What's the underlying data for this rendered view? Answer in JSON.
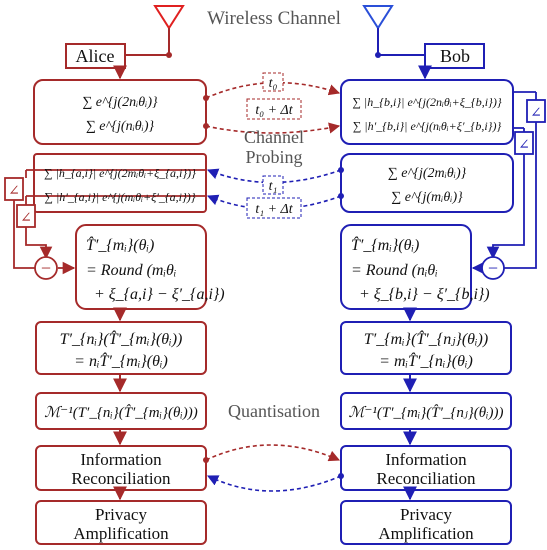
{
  "title": "Wireless Channel",
  "labels": {
    "channel_probing": [
      "Channel",
      "Probing"
    ],
    "quantisation": "Quantisation"
  },
  "parties": {
    "alice": "Alice",
    "bob": "Bob"
  },
  "colors": {
    "alice": "#a52a2a",
    "bob": "#1f1fb4",
    "accent_red": "#e02020",
    "accent_blue": "#2a4fd8",
    "gray": "#555555"
  },
  "exchanges": {
    "t0": "t₀",
    "t0_dt": "t₀ + Δt",
    "t1": "t₁",
    "t1_dt": "t₁ + Δt"
  },
  "alice": {
    "probe": [
      "∑ e^{j(2nᵢθᵢ)}",
      "∑ e^{j(nᵢθᵢ)}"
    ],
    "received": [
      "∑ |h_{a,i}| e^{j(2mᵢθᵢ+ξ_{a,i})}",
      "∑ |h′_{a,i}| e^{j(mᵢθᵢ+ξ′_{a,i})}"
    ],
    "estimate": [
      "T̂′_{mᵢ}(θᵢ)",
      "= Round (mᵢθᵢ",
      "+ ξ_{a,i} − ξ′_{a,i})"
    ],
    "transform": [
      "T′_{nᵢ}(T̂′_{mᵢ}(θᵢ))",
      "= nᵢT̂′_{mᵢ}(θᵢ)"
    ],
    "quantise": "ℳ⁻¹(T′_{nᵢ}(T̂′_{mᵢ}(θᵢ)))",
    "reconcile": [
      "Information",
      "Reconciliation"
    ],
    "privacy": [
      "Privacy",
      "Amplification"
    ]
  },
  "bob": {
    "received": [
      "∑ |h_{b,i}| e^{j(2nᵢθᵢ+ξ_{b,i})}",
      "∑ |h′_{b,i}| e^{j(nᵢθᵢ+ξ′_{b,i})}"
    ],
    "probe": [
      "∑ e^{j(2mᵢθᵢ)}",
      "∑ e^{j(mᵢθᵢ)}"
    ],
    "estimate": [
      "T̂′_{mᵢ}(θᵢ)",
      "= Round (nᵢθᵢ",
      "+ ξ_{b,i} − ξ′_{b,i})"
    ],
    "transform": [
      "T′_{mᵢ}(T̂′_{nⱼ}(θᵢ))",
      "= mᵢT̂′_{nᵢ}(θᵢ)"
    ],
    "quantise": "ℳ⁻¹(T′_{mᵢ}(T̂′_{nⱼ}(θᵢ)))",
    "reconcile": [
      "Information",
      "Reconciliation"
    ],
    "privacy": [
      "Privacy",
      "Amplification"
    ]
  }
}
